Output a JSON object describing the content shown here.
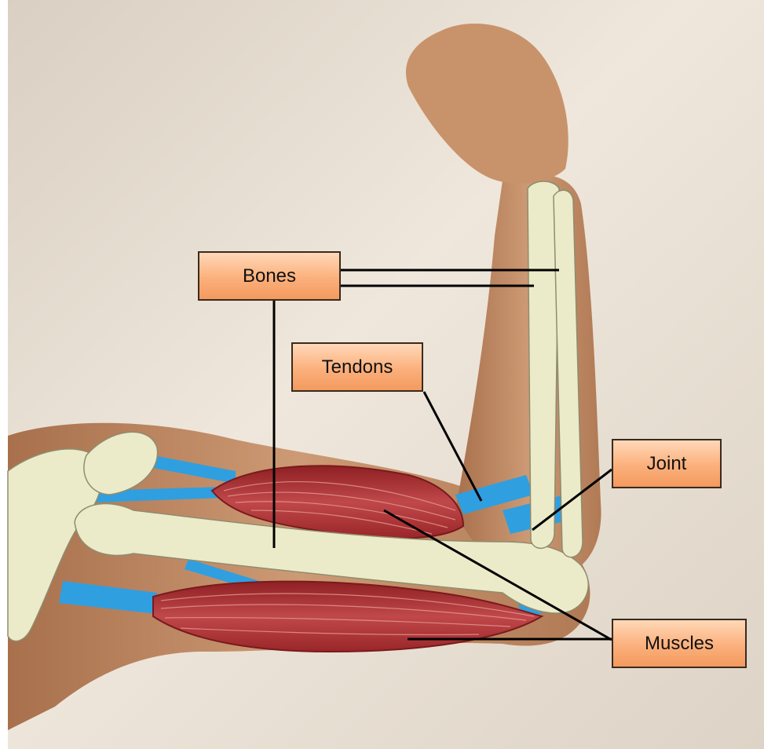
{
  "labels": {
    "bones": "Bones",
    "tendons": "Tendons",
    "joint": "Joint",
    "muscles": "Muscles"
  },
  "colors": {
    "background": "#e6dccf",
    "skin": "#c89670",
    "bone": "#ecebc9",
    "muscle": "#b3383a",
    "tendon": "#2f9fe0",
    "label_fill": "#f8aa72",
    "leader_line": "#000000"
  }
}
